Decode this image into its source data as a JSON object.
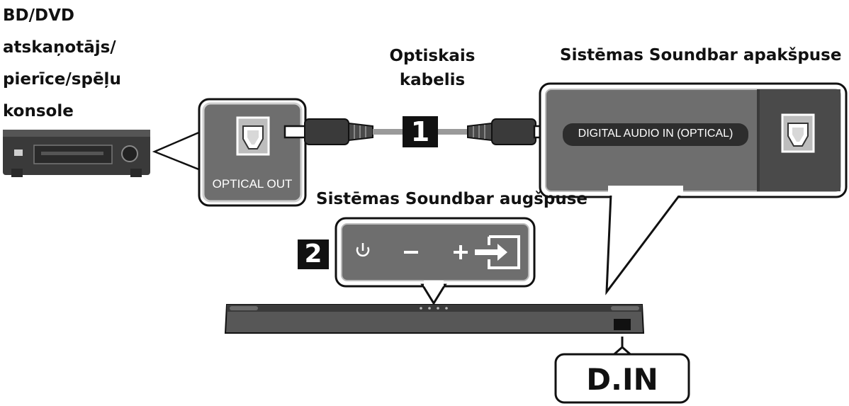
{
  "device": {
    "lines": [
      "BD/DVD",
      "atskaņotājs/",
      "pierīce/spēļu",
      "konsole"
    ]
  },
  "cable": {
    "lines": [
      "Optiskais",
      "kabelis"
    ]
  },
  "soundbar_bottom_label": "Sistēmas Soundbar apakšpuse",
  "soundbar_top_label": "Sistēmas Soundbar augšpuse",
  "ports": {
    "optical_out": "OPTICAL OUT",
    "digital_in": "DIGITAL AUDIO IN (OPTICAL)",
    "din": "D.IN"
  },
  "steps": {
    "one": "1",
    "two": "2"
  },
  "top_controls": {
    "power": "power-icon",
    "minus": "minus-icon",
    "plus": "plus-icon",
    "source": "source-input-icon"
  },
  "colors": {
    "panel_gray": "#6e6e6e",
    "dark_panel": "#4a4a4a",
    "outline": "#111111",
    "cable": "#9a9a9a"
  }
}
